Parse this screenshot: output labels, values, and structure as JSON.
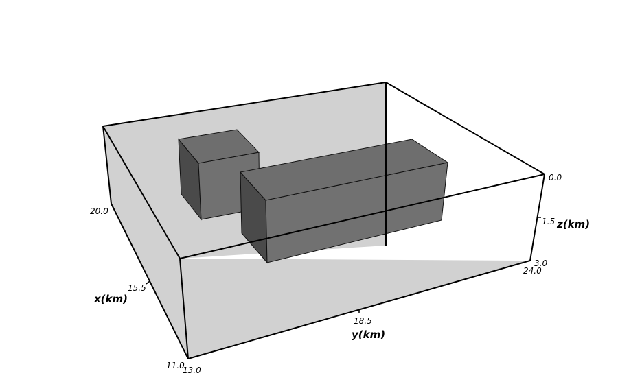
{
  "axes": {
    "x": {
      "title": "x(km)",
      "ticks": [
        "20.0",
        "15.5",
        "11.0"
      ]
    },
    "y": {
      "title": "y(km)",
      "ticks": [
        "13.0",
        "18.5",
        "24.0"
      ]
    },
    "z": {
      "title": "z(km)",
      "ticks": [
        "0.0",
        "1.5",
        "3.0"
      ]
    }
  },
  "colors": {
    "background": "#ffffff",
    "walls": "#d1d1d1",
    "box_top": "#6e6e6e",
    "box_front": "#717171",
    "box_side": "#4a4a4a",
    "edges": "#000000"
  }
}
